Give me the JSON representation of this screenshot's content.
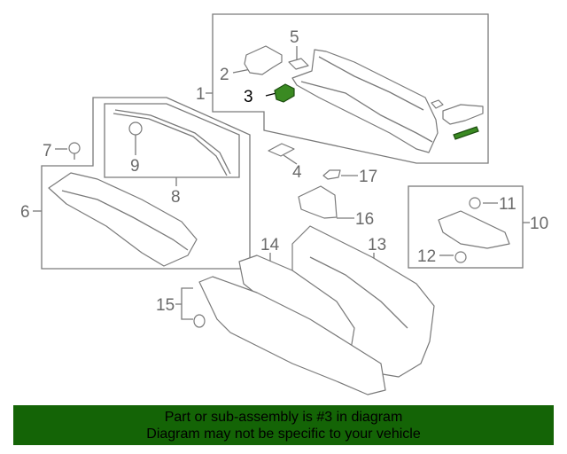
{
  "diagram": {
    "callouts": {
      "c1": "1",
      "c2": "2",
      "c3": "3",
      "c4": "4",
      "c5": "5",
      "c6": "6",
      "c7": "7",
      "c8": "8",
      "c9": "9",
      "c10": "10",
      "c11": "11",
      "c12": "12",
      "c13": "13",
      "c14": "14",
      "c15": "15",
      "c16": "16",
      "c17": "17"
    },
    "highlighted_part": "3",
    "colors": {
      "highlight": "#3a8a22",
      "banner": "#146406",
      "lines": "#7a7a7a"
    }
  },
  "banner": {
    "line1": "Part or sub-assembly is #3 in diagram",
    "line2": "Diagram may not be specific to your vehicle"
  }
}
